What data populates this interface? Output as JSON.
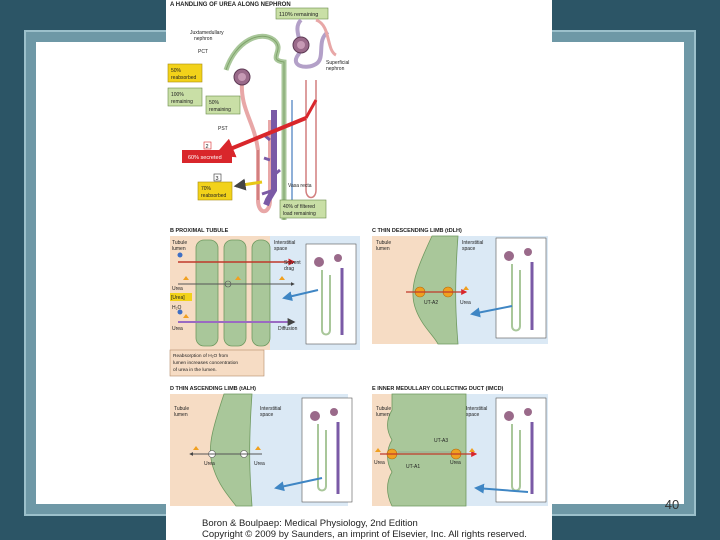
{
  "panelA": {
    "title": "A  HANDLING OF UREA ALONG NEPHRON",
    "top_box": "110% remaining",
    "juxtamedullary_line1": "Juxtamedullary",
    "juxtamedullary_line2": "nephron",
    "pct": "PCT",
    "superficial_line1": "Superficial",
    "superficial_line2": "nephron",
    "reabsorbed_50_line1": "50%",
    "reabsorbed_50_line2": "reabsorbed",
    "remaining_100_line1": "100%",
    "remaining_100_line2": "remaining",
    "remaining_50_line1": "50%",
    "remaining_50_line2": "remaining",
    "pst": "PST",
    "secreted": "60% secreted",
    "reabsorbed_70_line1": "70%",
    "reabsorbed_70_line2": "reabsorbed",
    "vasa_recta": "Vasa recta",
    "filtered_line1": "40% of filtered",
    "filtered_line2": "load remaining",
    "marker2": "2",
    "marker3": "3"
  },
  "panelB": {
    "title": "B  PROXIMAL TUBULE",
    "tubule_lumen_line1": "Tubule",
    "tubule_lumen_line2": "lumen",
    "interstitial_line1": "Interstitial",
    "interstitial_line2": "space",
    "solvent_line1": "Solvent",
    "solvent_line2": "drag",
    "urea": "Urea",
    "urea_conc": "[Urea]",
    "h2o": "H₂O",
    "urea2": "Urea",
    "diffusion": "Diffusion",
    "note_line1": "Reabsorption of H₂O from",
    "note_line2": "lumen increases concentration",
    "note_line3": "of urea in the lumen."
  },
  "panelC": {
    "title": "C  THIN DESCENDING LIMB (tDLH)",
    "tubule_lumen_line1": "Tubule",
    "tubule_lumen_line2": "lumen",
    "interstitial_line1": "Interstitial",
    "interstitial_line2": "space",
    "utA2": "UT-A2",
    "urea": "Urea"
  },
  "panelD": {
    "title": "D  THIN ASCENDING LIMB (tALH)",
    "tubule_lumen_line1": "Tubule",
    "tubule_lumen_line2": "lumen",
    "interstitial_line1": "Interstitial",
    "interstitial_line2": "space",
    "urea_left": "Urea",
    "urea_right": "Urea"
  },
  "panelE": {
    "title": "E  INNER MEDULLARY COLLECTING DUCT (IMCD)",
    "tubule_lumen_line1": "Tubule",
    "tubule_lumen_line2": "lumen",
    "interstitial_line1": "Interstitial",
    "interstitial_line2": "space",
    "utA3_top": "UT-A3",
    "utA1": "UT-A1",
    "urea_left": "Urea",
    "urea_right": "Urea"
  },
  "caption": {
    "line1": "Boron & Boulpaep: Medical Physiology, 2nd Edition",
    "line2": "Copyright © 2009 by Saunders, an imprint of Elsevier, Inc. All rights reserved."
  },
  "slide": {
    "number": "40"
  },
  "colors": {
    "background": "#2c5566",
    "frame": "#6e98a6",
    "tubule_green": "#a9c79a",
    "interstitial_blue": "#dbe9f5",
    "lumen_peach": "#f6dcc4",
    "secreted_red": "#d9262b",
    "box_yellow": "#f2d21a",
    "box_green": "#c9dfa6",
    "collecting_purple": "#7a5aa6",
    "urea_orange": "#f0a020"
  }
}
